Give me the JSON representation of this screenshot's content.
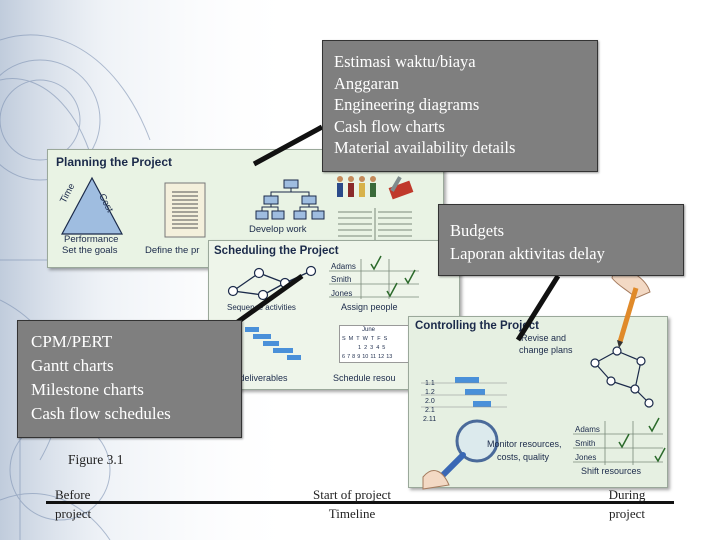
{
  "callouts": {
    "top": [
      "Estimasi waktu/biaya",
      "Anggaran",
      "Engineering diagrams",
      "Cash flow charts",
      "Material availability details"
    ],
    "right": [
      "Budgets",
      "Laporan aktivitas delay"
    ],
    "left": [
      "CPM/PERT",
      "Gantt charts",
      "Milestone charts",
      "Cash flow schedules"
    ]
  },
  "planning": {
    "title": "Planning the Project",
    "triangle": {
      "time": "Time",
      "cost": "Cost",
      "performance": "Performance"
    },
    "set_goals": "Set the goals",
    "define": "Define the pr",
    "develop": "Develop work"
  },
  "scheduling": {
    "title": "Scheduling the Project",
    "people": [
      "Adams",
      "Smith",
      "Jones"
    ],
    "sequence": "Sequence activities",
    "assign": "Assign people",
    "deliverables": "ule deliverables",
    "resources": "Schedule resou",
    "calendar": {
      "month": "June",
      "days": [
        "S",
        "M",
        "T",
        "W",
        "T",
        "F",
        "S"
      ],
      "row1": [
        "",
        "",
        "1",
        "2",
        "3",
        "4",
        "5"
      ],
      "row2": [
        "6",
        "7",
        "8",
        "9",
        "10",
        "11",
        "12",
        "13"
      ]
    }
  },
  "controlling": {
    "title": "Controlling the Project",
    "revise": [
      "Revise and",
      "change plans"
    ],
    "codes": [
      "1.1",
      "1.2",
      "2.0",
      "2.1",
      "2.11"
    ],
    "monitor": [
      "Monitor resources,",
      "costs, quality"
    ],
    "people": [
      "Adams",
      "Smith",
      "Jones"
    ],
    "shift": "Shift resources"
  },
  "figure_label": "Figure 3.1",
  "timeline": {
    "before": [
      "Before",
      "project"
    ],
    "start": [
      "Start of project",
      "Timeline"
    ],
    "during": [
      "During",
      "project"
    ]
  }
}
